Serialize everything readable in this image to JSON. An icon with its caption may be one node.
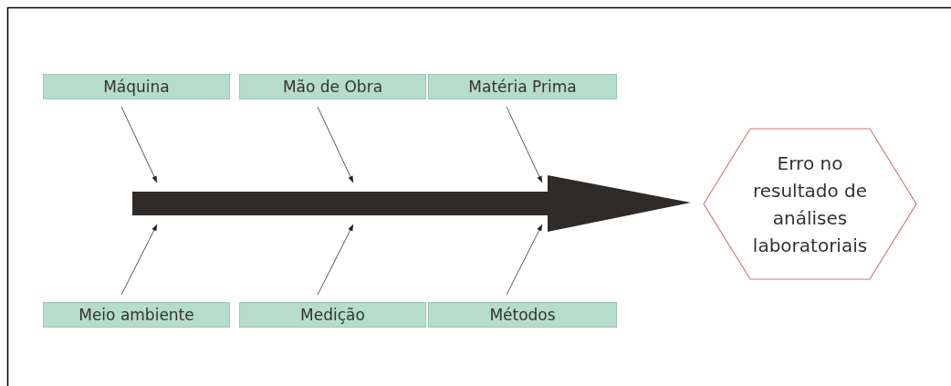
{
  "diagram": {
    "nodes": [
      {
        "text": [
          "Máquina"
        ]
      },
      {
        "text": [
          "Mão de Obra"
        ]
      },
      {
        "text": [
          "Matéria Prima"
        ]
      },
      {
        "text": [],
        "shape": "arrow"
      },
      {
        "text": [
          "Erro no resultado de análises laboratoriais"
        ]
      },
      {
        "text": [
          "Meio ambiente"
        ]
      },
      {
        "text": [
          "Medição"
        ]
      },
      {
        "text": [
          "Métodos"
        ]
      }
    ],
    "edges": [
      {
        "from": 0,
        "to": 3,
        "arrow": "to"
      },
      {
        "from": 1,
        "to": 3,
        "arrow": "to"
      },
      {
        "from": 2,
        "to": 3,
        "arrow": "to"
      },
      {
        "from": 5,
        "to": 3,
        "arrow": "to"
      },
      {
        "from": 6,
        "to": 3,
        "arrow": "to"
      },
      {
        "from": 7,
        "to": 3,
        "arrow": "to"
      }
    ]
  }
}
